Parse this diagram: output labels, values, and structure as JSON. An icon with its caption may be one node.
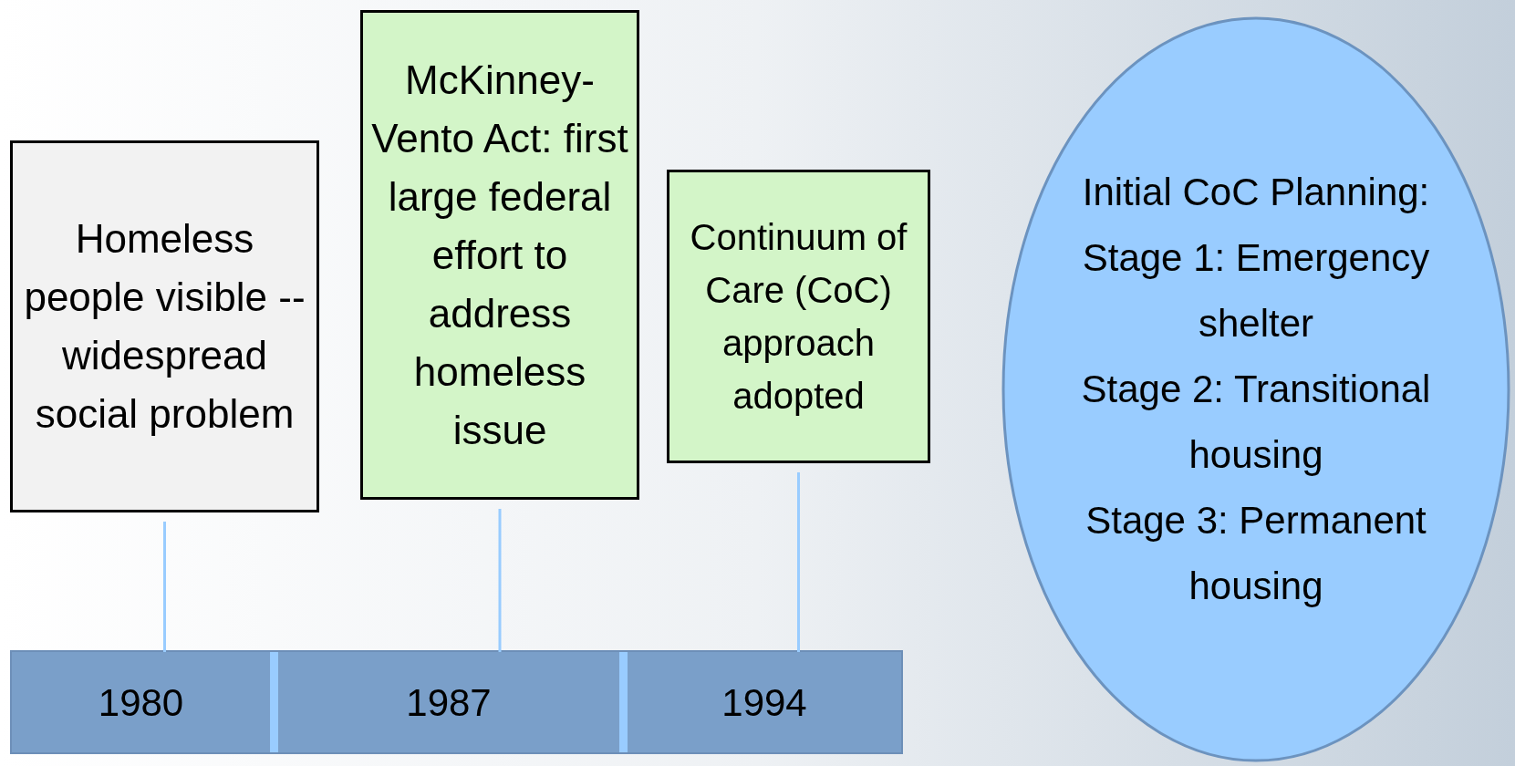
{
  "diagram": {
    "nodes": [
      {
        "text": [
          "Homeless people visible -- widespread social problem"
        ]
      },
      {
        "text": [
          "McKinney-Vento Act: first large federal effort to address homeless issue"
        ]
      },
      {
        "text": [
          "Continuum of Care (CoC) approach adopted"
        ]
      },
      {
        "text": [
          "1980"
        ]
      },
      {
        "text": [
          "1987"
        ]
      },
      {
        "text": [
          "1994"
        ]
      },
      {
        "text": [
          "Initial CoC Planning:",
          "Stage 1: Emergency shelter",
          "Stage 2: Transitional housing",
          "Stage 3: Permanent housing"
        ]
      }
    ],
    "edges": [
      {
        "from": 0,
        "to": 3,
        "arrow": "none"
      },
      {
        "from": 1,
        "to": 4,
        "arrow": "none"
      },
      {
        "from": 2,
        "to": 5,
        "arrow": "none"
      }
    ]
  }
}
